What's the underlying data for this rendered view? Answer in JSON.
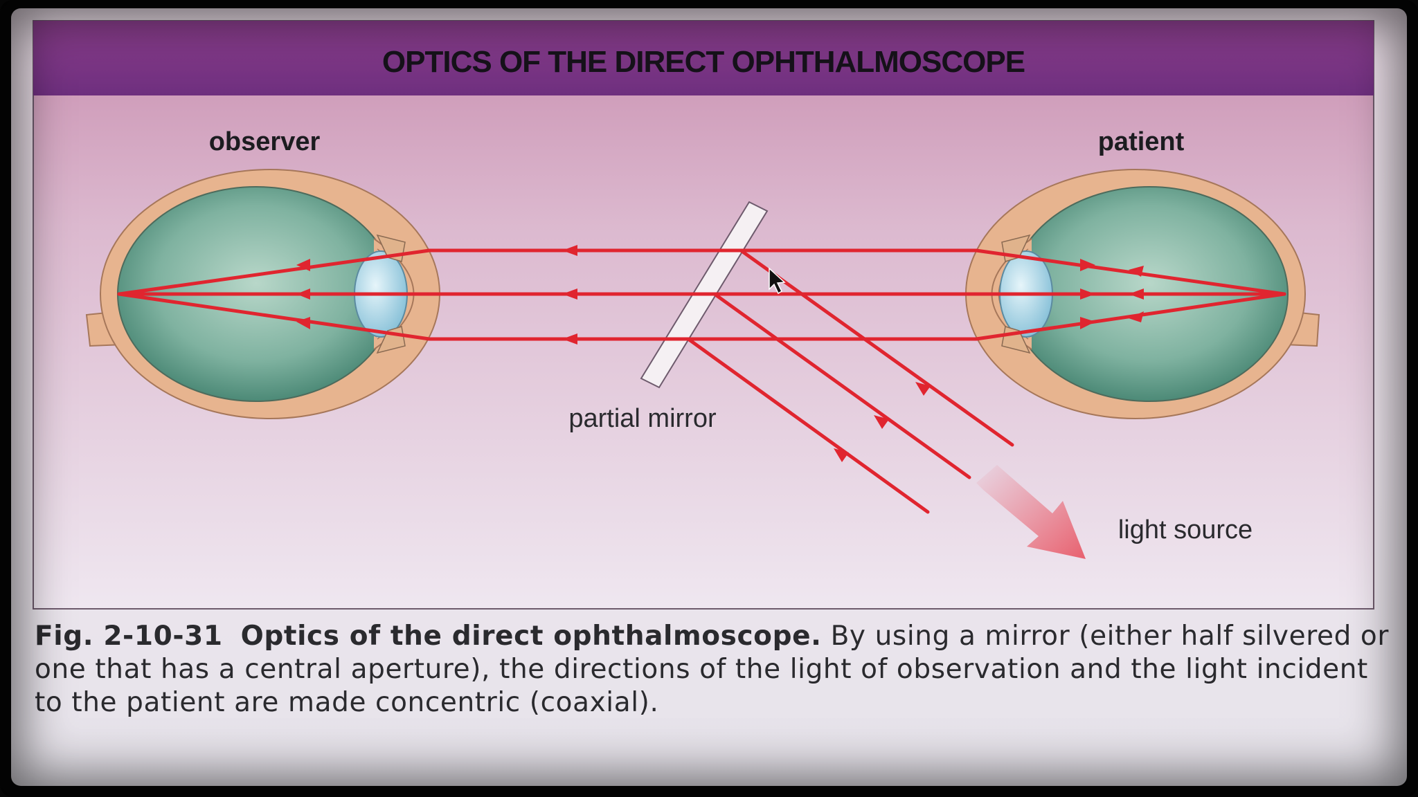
{
  "figure": {
    "title": "OPTICS OF THE DIRECT OPHTHALMOSCOPE",
    "labels": {
      "observer": "observer",
      "patient": "patient",
      "partial_mirror": "partial mirror",
      "light_source": "light source"
    }
  },
  "caption": {
    "label": "Fig. 2-10-31",
    "title": "Optics of the direct ophthalmoscope.",
    "body": "By using a mirror (either half silvered or one that has a central aperture), the directions of the light of observation and the light incident to the patient are made concentric (coaxial)."
  },
  "colors": {
    "banner": "#7a3a8a",
    "ray": "#e0252f",
    "eye_fill": "#5f9a8a",
    "sclera": "#e7b48f",
    "lens": "#a9d6e6",
    "light_arrow": "#e8606e"
  }
}
